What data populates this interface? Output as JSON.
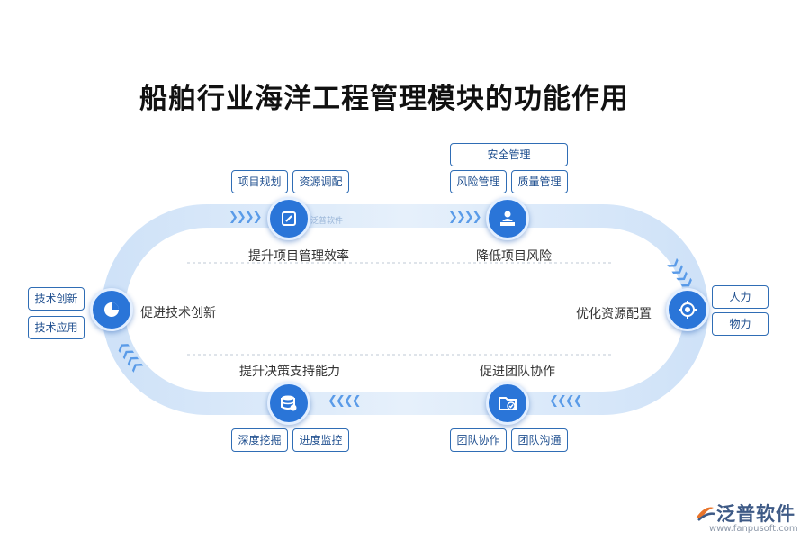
{
  "title": "船舶行业海洋工程管理模块的功能作用",
  "watermark": "泛普软件",
  "logo": {
    "name": "泛普软件",
    "url": "www.fanpusoft.com"
  },
  "nodes": {
    "top_left": {
      "label": "提升项目管理效率",
      "icon": "edit-icon",
      "tags": [
        "项目规划",
        "资源调配"
      ]
    },
    "top_right": {
      "label": "降低项目风险",
      "icon": "presenter-icon",
      "tags": [
        "安全管理",
        "风险管理",
        "质量管理"
      ]
    },
    "right": {
      "label": "优化资源配置",
      "icon": "target-icon",
      "tags": [
        "人力",
        "物力"
      ]
    },
    "bottom_right": {
      "label": "促进团队协作",
      "icon": "folder-check-icon",
      "tags": [
        "团队协作",
        "团队沟通"
      ]
    },
    "bottom_left": {
      "label": "提升决策支持能力",
      "icon": "database-icon",
      "tags": [
        "深度挖掘",
        "进度监控"
      ]
    },
    "left": {
      "label": "促进技术创新",
      "icon": "pie-chart-icon",
      "tags": [
        "技术创新",
        "技术应用"
      ]
    }
  },
  "arrow_glyph": "❯❯❯❯",
  "arrow_glyph_back": "❮❮❮❮",
  "colors": {
    "accent": "#2a75d8",
    "track": "#dceaf9",
    "tag_border": "#2f6db5"
  }
}
